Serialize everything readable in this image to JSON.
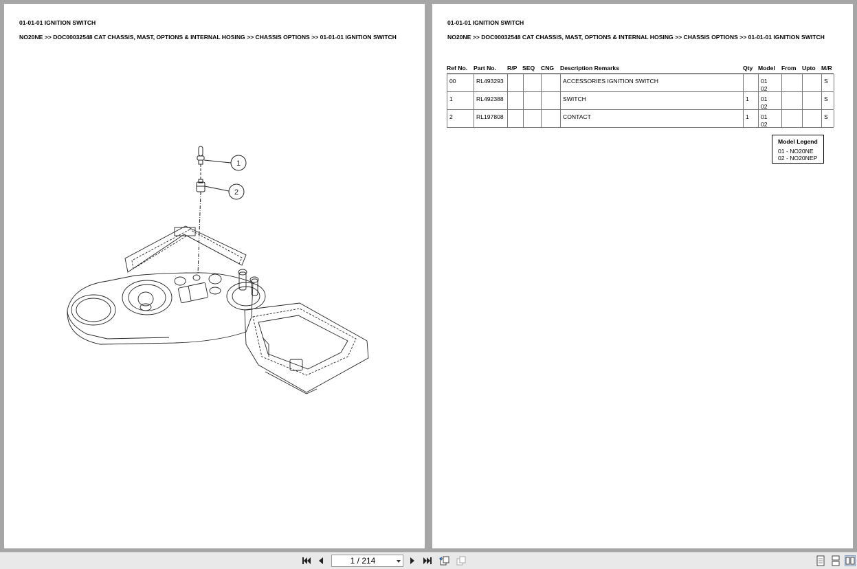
{
  "page_title": "01-01-01 IGNITION SWITCH",
  "breadcrumb": "NO20NE >> DOC00032548 CAT CHASSIS, MAST, OPTIONS & INTERNAL HOSING >> CHASSIS OPTIONS >> 01-01-01 IGNITION SWITCH",
  "diagram": {
    "callouts": [
      "1",
      "2"
    ]
  },
  "table": {
    "headers": [
      "Ref No.",
      "Part No.",
      "R/P",
      "SEQ",
      "CNG",
      "Description Remarks",
      "Qty",
      "Model",
      "From",
      "Upto",
      "M/R"
    ],
    "rows": [
      {
        "ref": "00",
        "part": "RL493293",
        "rp": "",
        "seq": "",
        "cng": "",
        "desc": "ACCESSORIES IGNITION SWITCH",
        "qty": "",
        "model1": "01",
        "model2": "02",
        "from": "",
        "upto": "",
        "mr": "S"
      },
      {
        "ref": "1",
        "part": "RL492388",
        "rp": "",
        "seq": "",
        "cng": "",
        "desc": "SWITCH",
        "qty": "1",
        "model1": "01",
        "model2": "02",
        "from": "",
        "upto": "",
        "mr": "S"
      },
      {
        "ref": "2",
        "part": "RL197808",
        "rp": "",
        "seq": "",
        "cng": "",
        "desc": "CONTACT",
        "qty": "1",
        "model1": "01",
        "model2": "02",
        "from": "",
        "upto": "",
        "mr": "S"
      }
    ]
  },
  "legend": {
    "title": "Model Legend",
    "items": [
      "01 - NO20NE",
      "02 - NO20NEP"
    ]
  },
  "toolbar": {
    "page_indicator": "1 / 214",
    "icons": [
      "first-page-icon",
      "prev-page-icon",
      "next-page-icon",
      "last-page-icon",
      "back-view-icon",
      "forward-view-icon",
      "single-page-icon",
      "continuous-page-icon",
      "two-page-icon"
    ]
  }
}
